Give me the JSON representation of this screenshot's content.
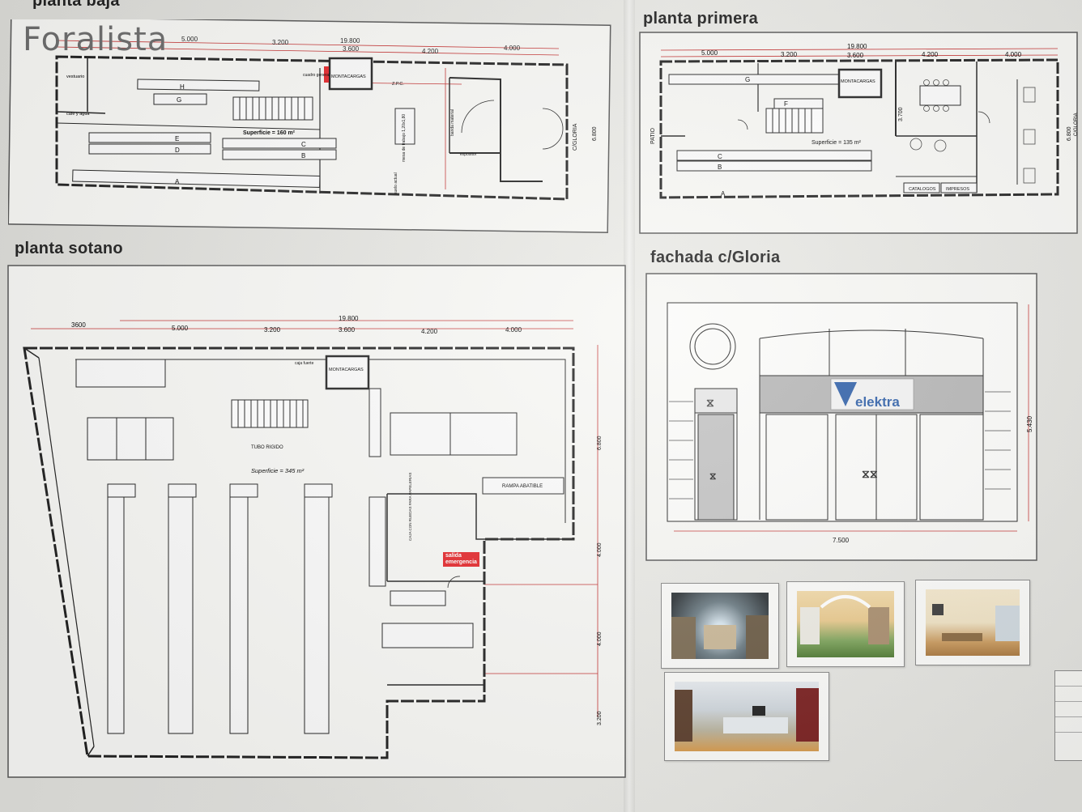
{
  "watermark": {
    "logo_text": "Foralista"
  },
  "plans": {
    "baja": {
      "title": "planta baja",
      "total_dim": "19.800",
      "dims": [
        "5.000",
        "3.200",
        "3.600",
        "4.200",
        "4.000"
      ],
      "side_dim": "6.800",
      "street": "C/GLORIA",
      "surface": "Superficie = 160 m²",
      "rooms": [
        "vestuario",
        "cafe y agua",
        "cuadro general",
        "MONTACARGAS",
        "Z.P.C.",
        "mesa de trabajo 1,20x1,80",
        "banda material",
        "expositor",
        "suelo actual"
      ],
      "shelves": [
        "H",
        "G",
        "E",
        "D",
        "C",
        "B",
        "A"
      ]
    },
    "primera": {
      "title": "planta primera",
      "total_dim": "19.800",
      "dims": [
        "5.000",
        "3.200",
        "3.600",
        "4.200",
        "4.000"
      ],
      "side_dims": [
        "3.700",
        "6.800"
      ],
      "street": "C/GLORIA",
      "patio": "PATIO",
      "surface": "Superficie = 135 m²",
      "rooms": [
        "MONTACARGAS",
        "CATALOGOS",
        "IMPRESOS"
      ],
      "shelves": [
        "G",
        "F",
        "C",
        "B",
        "A"
      ]
    },
    "sotano": {
      "title": "planta sotano",
      "total_dim": "19.800",
      "first_dim": "3600",
      "dims": [
        "5.000",
        "3.200",
        "3.600",
        "4.200",
        "4.000"
      ],
      "side_dims": [
        "6.800",
        "4.000",
        "4.000",
        "3.200"
      ],
      "surface": "Superficie = 345 m²",
      "rooms": [
        "caja fuerte",
        "MONTACARGAS",
        "TUBO RIGIDO",
        "RAMPA ABATIBLE",
        "CAJA CON RUEDAS PARA PAPELERIAS"
      ],
      "exit_sign": "salida\nemergencia"
    },
    "fachada": {
      "title": "fachada c/Gloria",
      "brand": "elektra",
      "height_dim": "5.430",
      "width_dim": "7.500"
    }
  },
  "colors": {
    "line": "#222222",
    "dimension": "#c22b2b",
    "accent_red": "#e3262a",
    "brand_blue": "#2e5fa8",
    "glass": "#b5b5b5"
  },
  "photos": [
    "store-interior-1",
    "store-interior-2",
    "office-interior",
    "store-interior-3"
  ]
}
